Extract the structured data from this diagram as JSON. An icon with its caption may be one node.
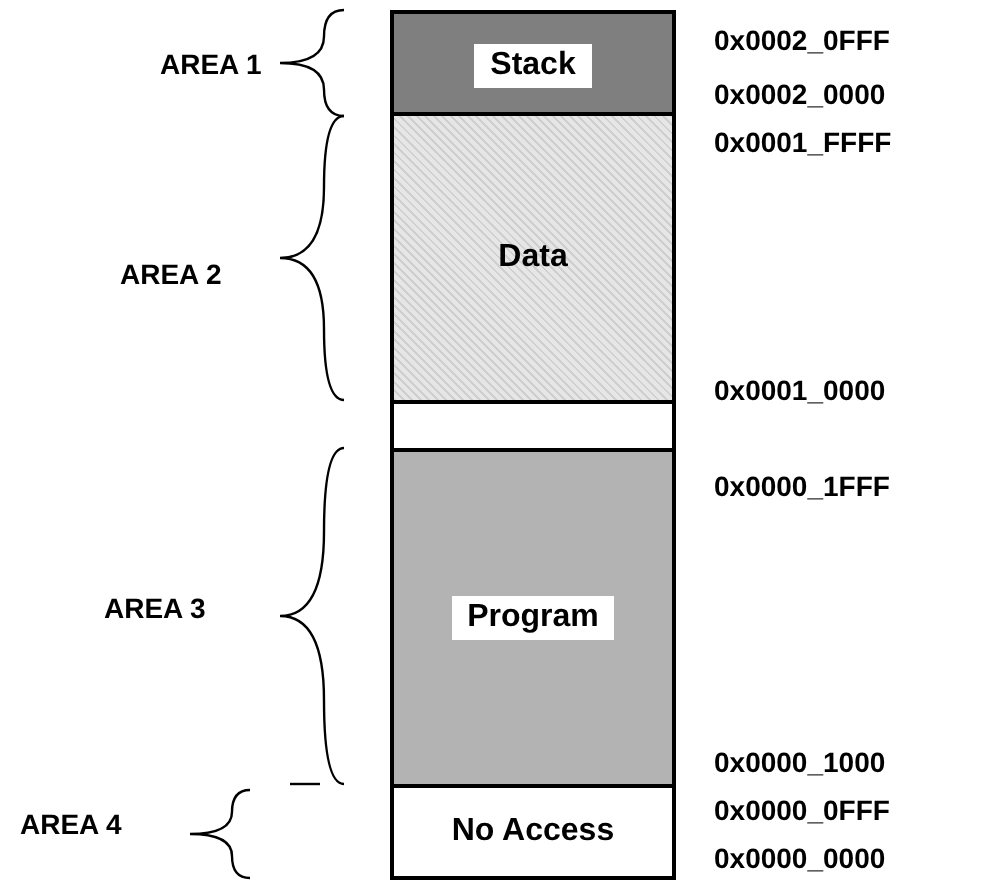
{
  "diagram": {
    "nodes": [
      {
        "text": [
          "Stack"
        ]
      },
      {
        "text": [
          "Data"
        ]
      },
      {
        "text": [],
        "shape": "box"
      },
      {
        "text": [
          "Program"
        ]
      },
      {
        "text": [
          "No Access"
        ]
      }
    ],
    "labels": [
      "AREA 1",
      "0x0002_0FFF",
      "0x0002_0000",
      "0x0001_FFFF",
      "AREA 2",
      "0x0001_0000",
      "0x0000_1FFF",
      "AREA 3",
      "0x0000_1000",
      "AREA 4",
      "0x0000_0FFF",
      "0x0000_0000"
    ]
  }
}
